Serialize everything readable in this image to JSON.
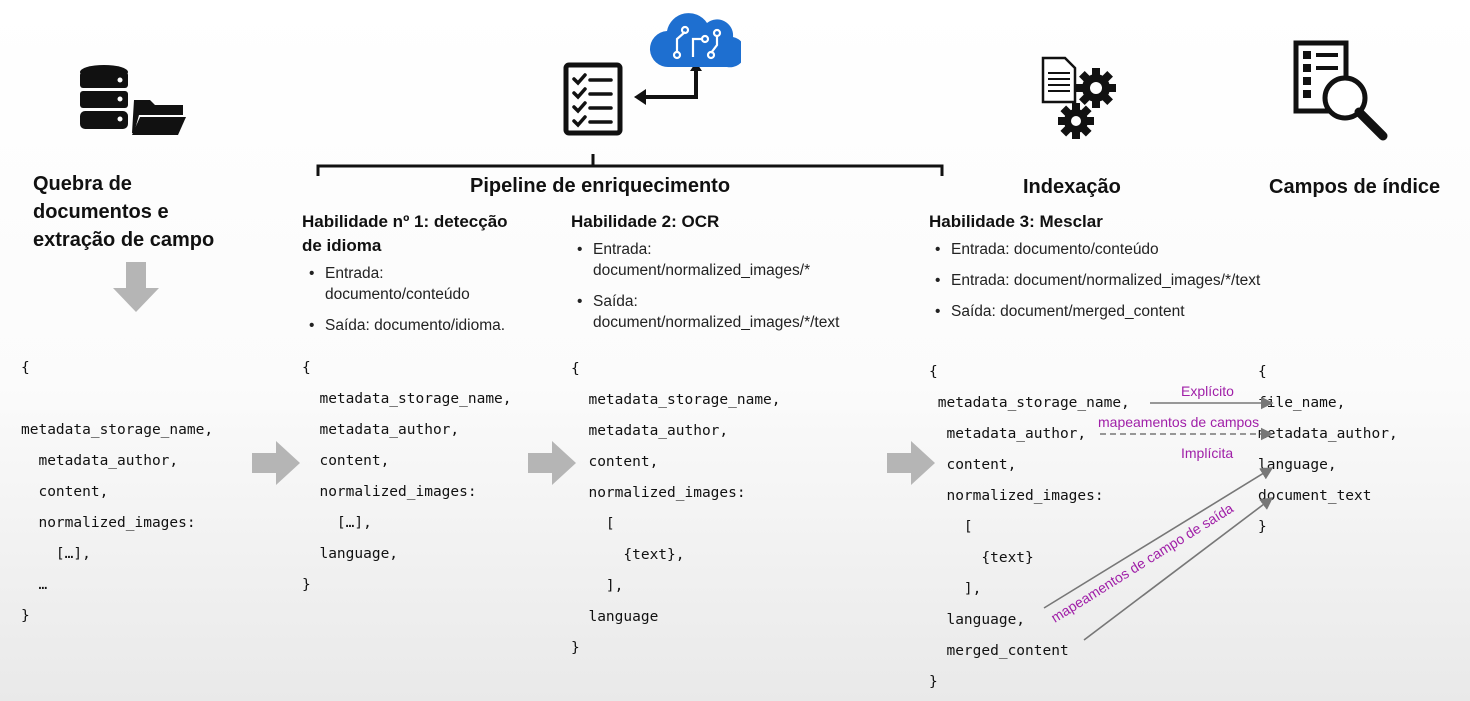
{
  "col1": {
    "title": [
      "Quebra de",
      "documentos e",
      "extração de campo"
    ],
    "code": "{\n\nmetadata_storage_name,\n  metadata_author,\n  content,\n  normalized_images:\n    […],\n  …\n}"
  },
  "pipeline": {
    "title": "Pipeline de enriquecimento"
  },
  "skill1": {
    "title": [
      "Habilidade nº 1: detecção",
      "de idioma"
    ],
    "bullets": [
      "Entrada:\ndocumento/conteúdo",
      "Saída: documento/idioma."
    ],
    "code": "{\n  metadata_storage_name,\n  metadata_author,\n  content,\n  normalized_images:\n    […],\n  language,\n}"
  },
  "skill2": {
    "title": "Habilidade 2: OCR",
    "bullets": [
      "Entrada:\ndocument/normalized_images/*",
      "Saída:\ndocument/normalized_images/*/text"
    ],
    "code": "{\n  metadata_storage_name,\n  metadata_author,\n  content,\n  normalized_images:\n    [\n      {text},\n    ],\n  language\n}"
  },
  "indexing": {
    "title": "Indexação"
  },
  "skill3": {
    "title": "Habilidade 3: Mesclar",
    "bullets": [
      "Entrada: documento/conteúdo",
      "Entrada: document/normalized_images/*/text",
      "Saída: document/merged_content"
    ],
    "code": "{\n metadata_storage_name,\n  metadata_author,\n  content,\n  normalized_images:\n    [\n      {text}\n    ],\n  language,\n  merged_content\n}"
  },
  "indexfields": {
    "title": "Campos de índice",
    "code": "{\nfile_name,\nmetadata_author,\nlanguage,\ndocument_text\n}"
  },
  "mapping": {
    "explicit": "Explícito",
    "field_mappings": "mapeamentos de campos",
    "implicit": "Implícita",
    "output_mappings": "mapeamentos de campo de saída"
  },
  "colors": {
    "accent": "#a020a8",
    "arrow": "#b5b5b5",
    "cloud": "#1e6fd0"
  }
}
